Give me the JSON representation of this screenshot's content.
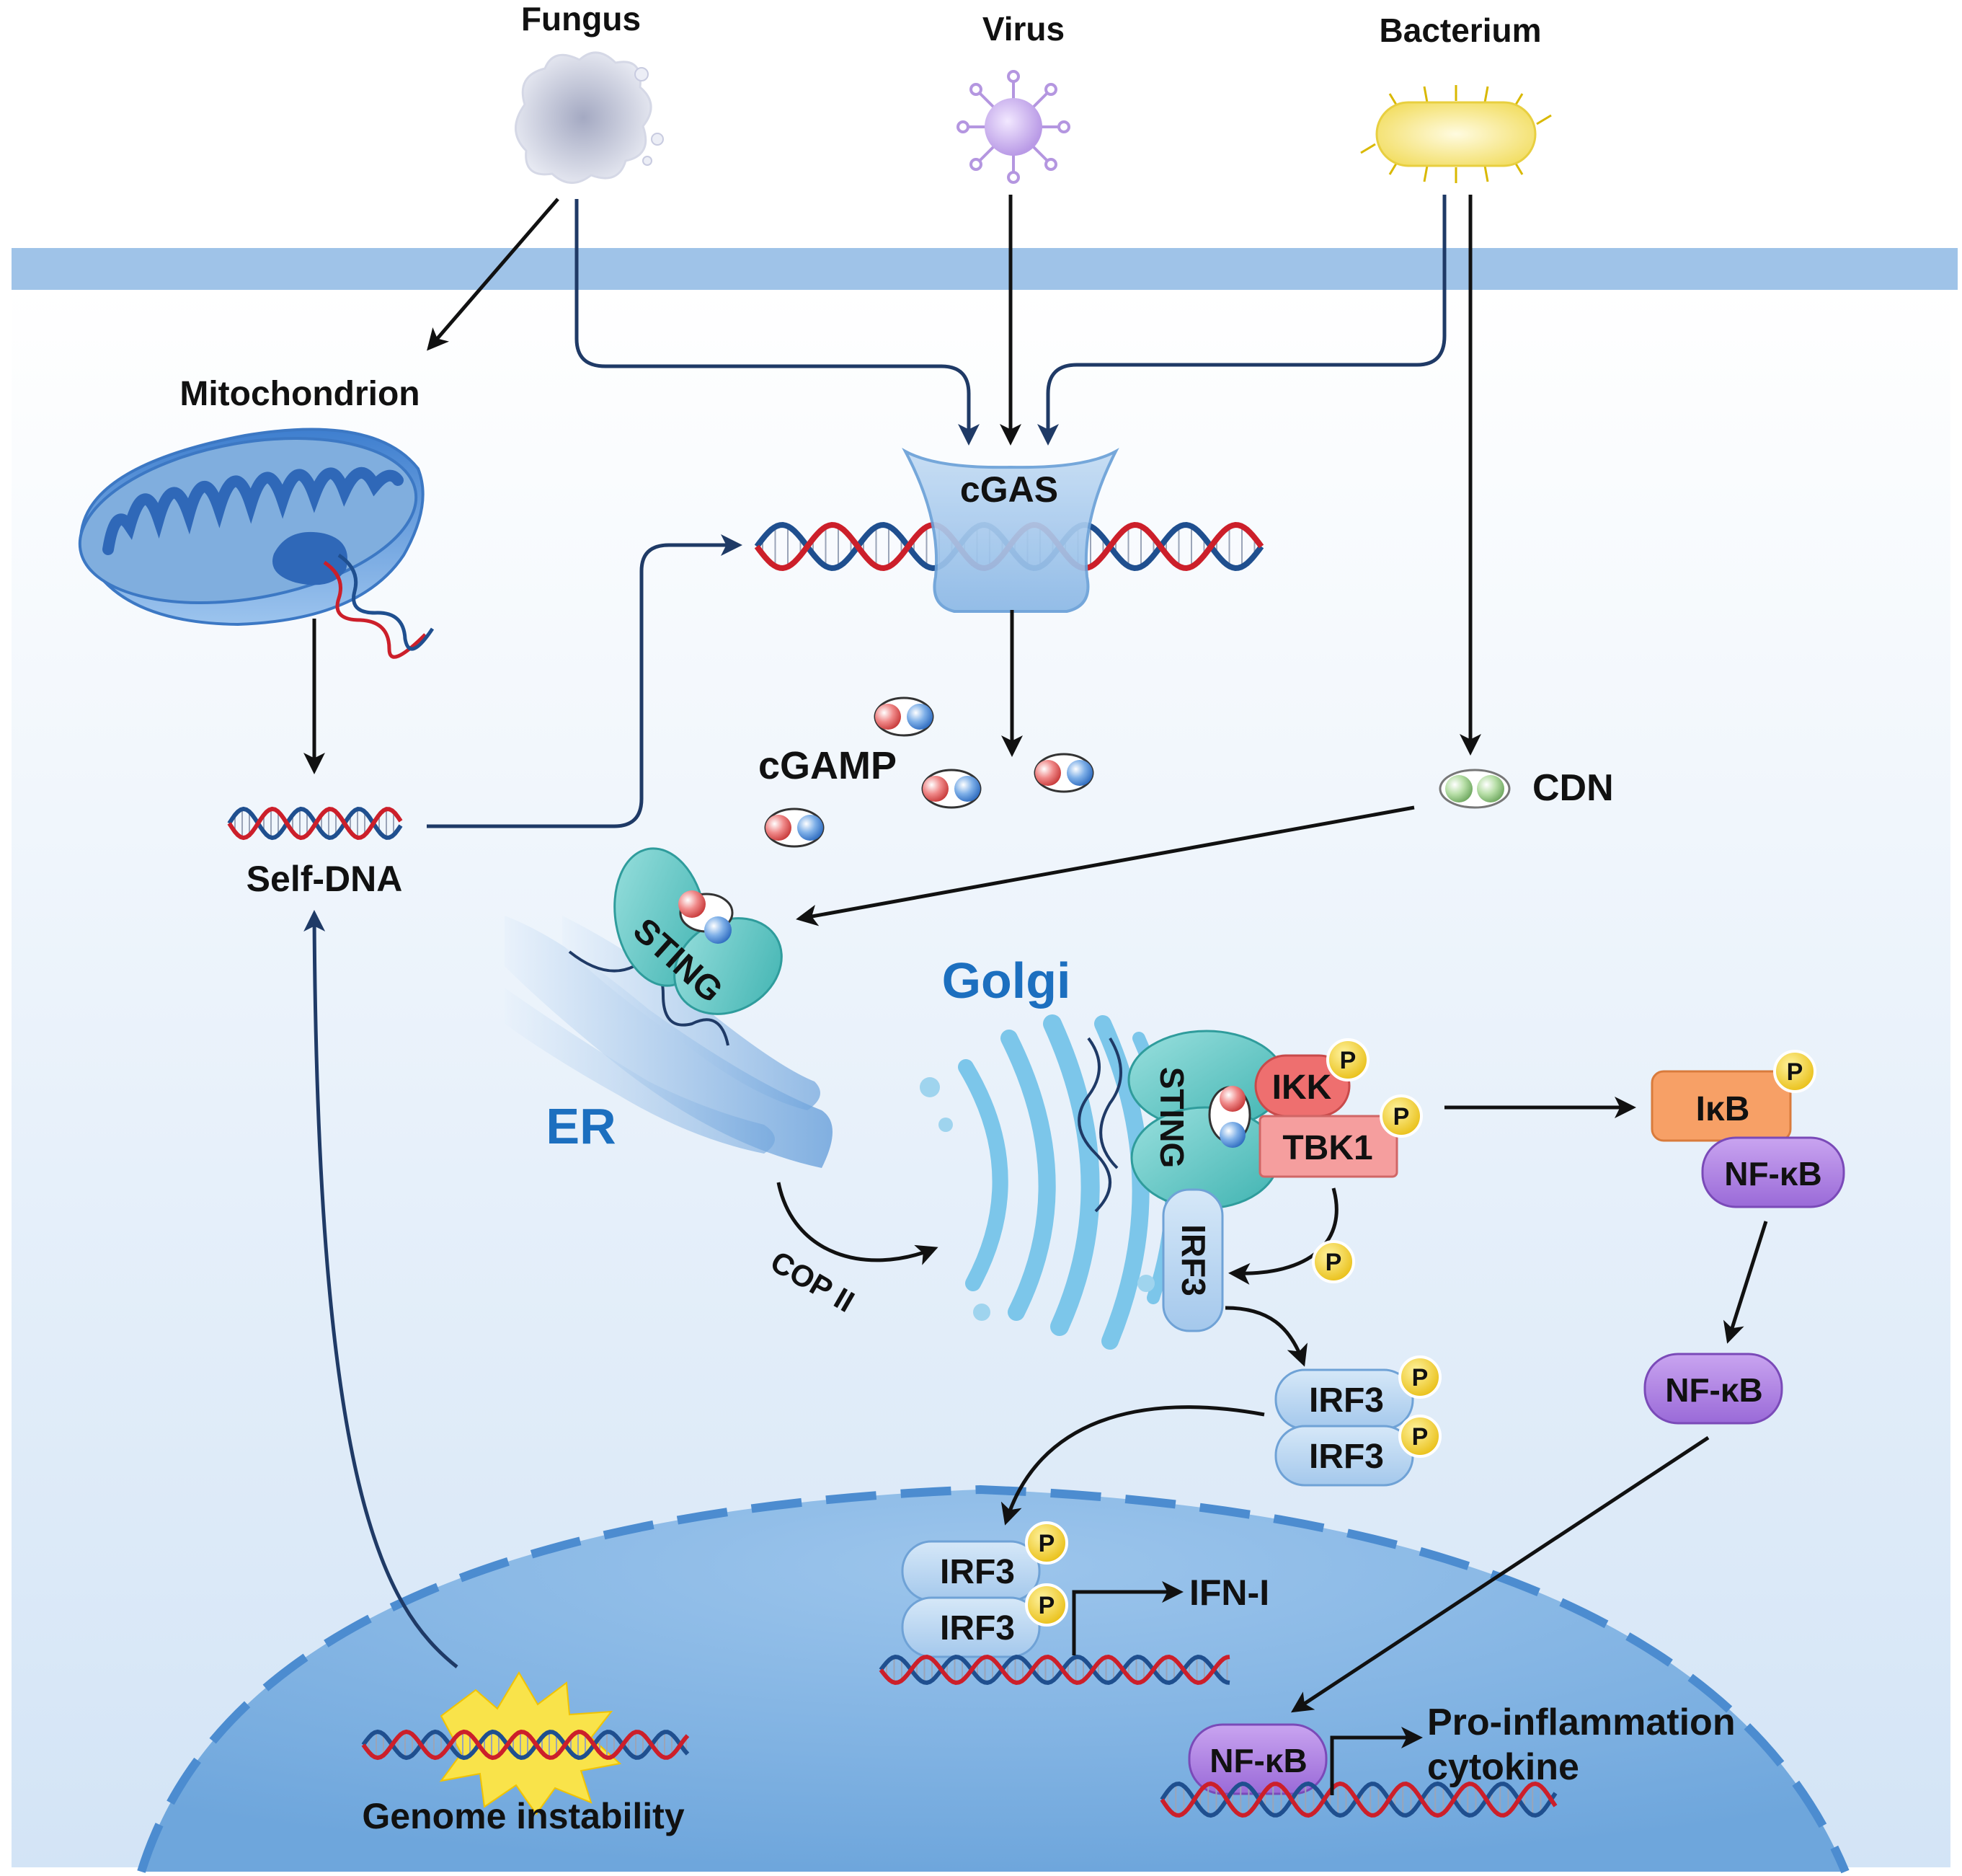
{
  "colors": {
    "membrane": "#9fc3e8",
    "cytoplasm_top": "#ffffff",
    "cytoplasm_bottom": "#d7e6f7",
    "nucleus": "#7fb0e0",
    "nucleus_edge": "#4c8cd0",
    "arrow": "#111111",
    "pathway_line": "#1f3a66",
    "dna_red": "#cc1f2a",
    "dna_blue": "#1f4f8f",
    "organelle_label": "#1c6fbf",
    "sting": "#5cc6c6",
    "ikk": "#ee6f6f",
    "tbk1": "#f59e9e",
    "irf3": "#b8d7f2",
    "ikb": "#f7a066",
    "nfkb": "#b183e3",
    "phospho": "#f2cc1d"
  },
  "icons": {
    "fungus": "fungus-icon",
    "virus": "virus-icon",
    "bacterium": "bacterium-icon",
    "mitochondrion": "mitochondrion-icon",
    "dna": "dna-helix-icon",
    "cgamp": "cgamp-molecule-icon",
    "cdn": "cdn-molecule-icon",
    "golgi": "golgi-icon",
    "er": "er-icon",
    "damage": "damage-burst-icon"
  },
  "pathogens": {
    "fungus": "Fungus",
    "virus": "Virus",
    "bacterium": "Bacterium"
  },
  "labels": {
    "mitochondrion": "Mitochondrion",
    "self_dna": "Self-DNA",
    "cgas": "cGAS",
    "cgamp": "cGAMP",
    "cdn": "CDN",
    "sting": "STING",
    "er": "ER",
    "golgi": "Golgi",
    "cop2": "COP II",
    "ikk": "IKK",
    "tbk1": "TBK1",
    "irf3": "IRF3",
    "phospho": "P",
    "ikb": "IκB",
    "nfkb": "NF-κB",
    "ifn": "IFN-I",
    "pro_inflammation_line1": "Pro-inflammation",
    "pro_inflammation_line2": "cytokine",
    "genome_instability": "Genome instability"
  }
}
